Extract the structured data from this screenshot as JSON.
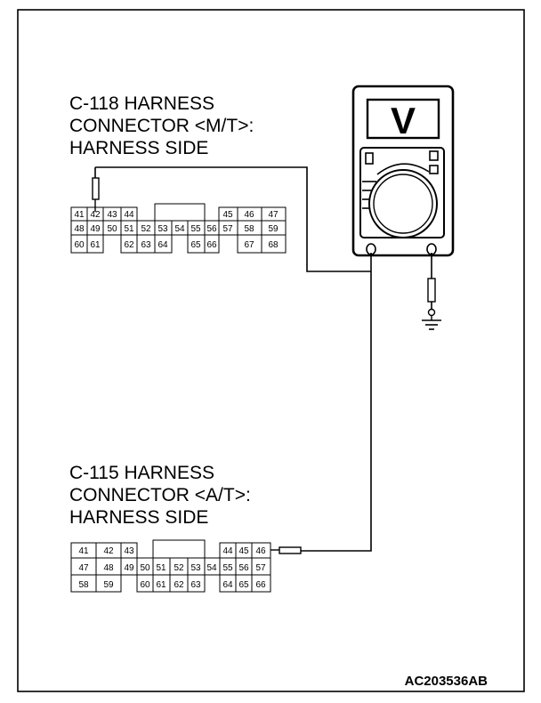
{
  "connector_c118": {
    "label_lines": [
      "C-118 HARNESS",
      "CONNECTOR <M/T>:",
      "HARNESS SIDE"
    ],
    "rows": [
      [
        "41",
        "42",
        "43",
        "44",
        "",
        "",
        "",
        "",
        "45",
        "46",
        "47"
      ],
      [
        "48",
        "49",
        "50",
        "51",
        "52",
        "53",
        "54",
        "55",
        "56",
        "57",
        "58",
        "59"
      ],
      [
        "60",
        "61",
        "",
        "62",
        "63",
        "64",
        "",
        "65",
        "66",
        "",
        "67",
        "68"
      ]
    ]
  },
  "connector_c115": {
    "label_lines": [
      "C-115 HARNESS",
      "CONNECTOR <A/T>:",
      "HARNESS SIDE"
    ],
    "rows": [
      [
        "41",
        "42",
        "43",
        "",
        "",
        "",
        "",
        "44",
        "45",
        "46"
      ],
      [
        "47",
        "48",
        "49",
        "50",
        "51",
        "52",
        "53",
        "54",
        "55",
        "56",
        "57"
      ],
      [
        "58",
        "59",
        "",
        "60",
        "61",
        "62",
        "63",
        "",
        "64",
        "65",
        "66"
      ]
    ]
  },
  "voltmeter": {
    "display_symbol": "V"
  },
  "figure_code": "AC203536AB"
}
